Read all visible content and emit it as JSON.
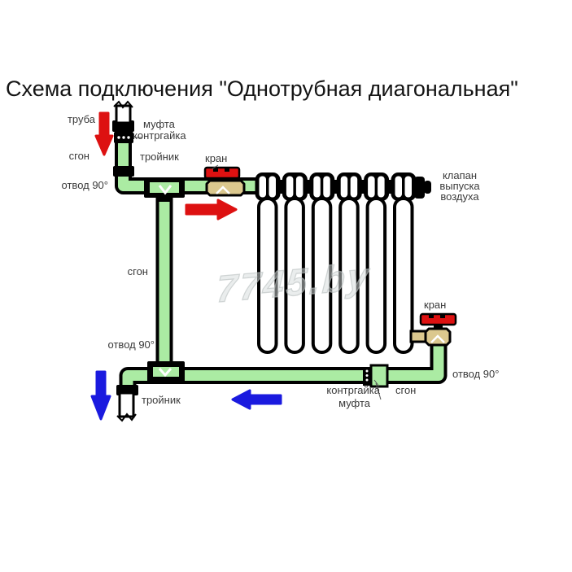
{
  "title": "Схема подключения \"Однотрубная диагональная\"",
  "watermark": "7745.by",
  "colors": {
    "pipe_green": "#abeba3",
    "valve_body_tan": "#dbc88e",
    "hot_flow_red": "#dd1111",
    "return_flow_blue": "#1a1adf",
    "outline_black": "#000000",
    "label_gray": "#3a3a3a"
  },
  "radiator": {
    "sections": 6
  },
  "labels": {
    "pipe_top": "труба",
    "coupling_top": "муфта",
    "locknut_top": "контргайка",
    "nipple_top": "сгон",
    "tee_top": "тройник",
    "valve_top": "кран",
    "elbow_top_left": "отвод 90°",
    "air_valve": "клапан\nвыпуска\nвоздуха",
    "nipple_mid": "сгон",
    "elbow_mid_left": "отвод 90°",
    "tee_bottom": "тройник",
    "locknut_bottom": "контргайка",
    "coupling_bottom": "муфта",
    "nipple_bottom": "сгон",
    "elbow_bottom_right": "отвод 90°",
    "valve_right": "кран"
  }
}
